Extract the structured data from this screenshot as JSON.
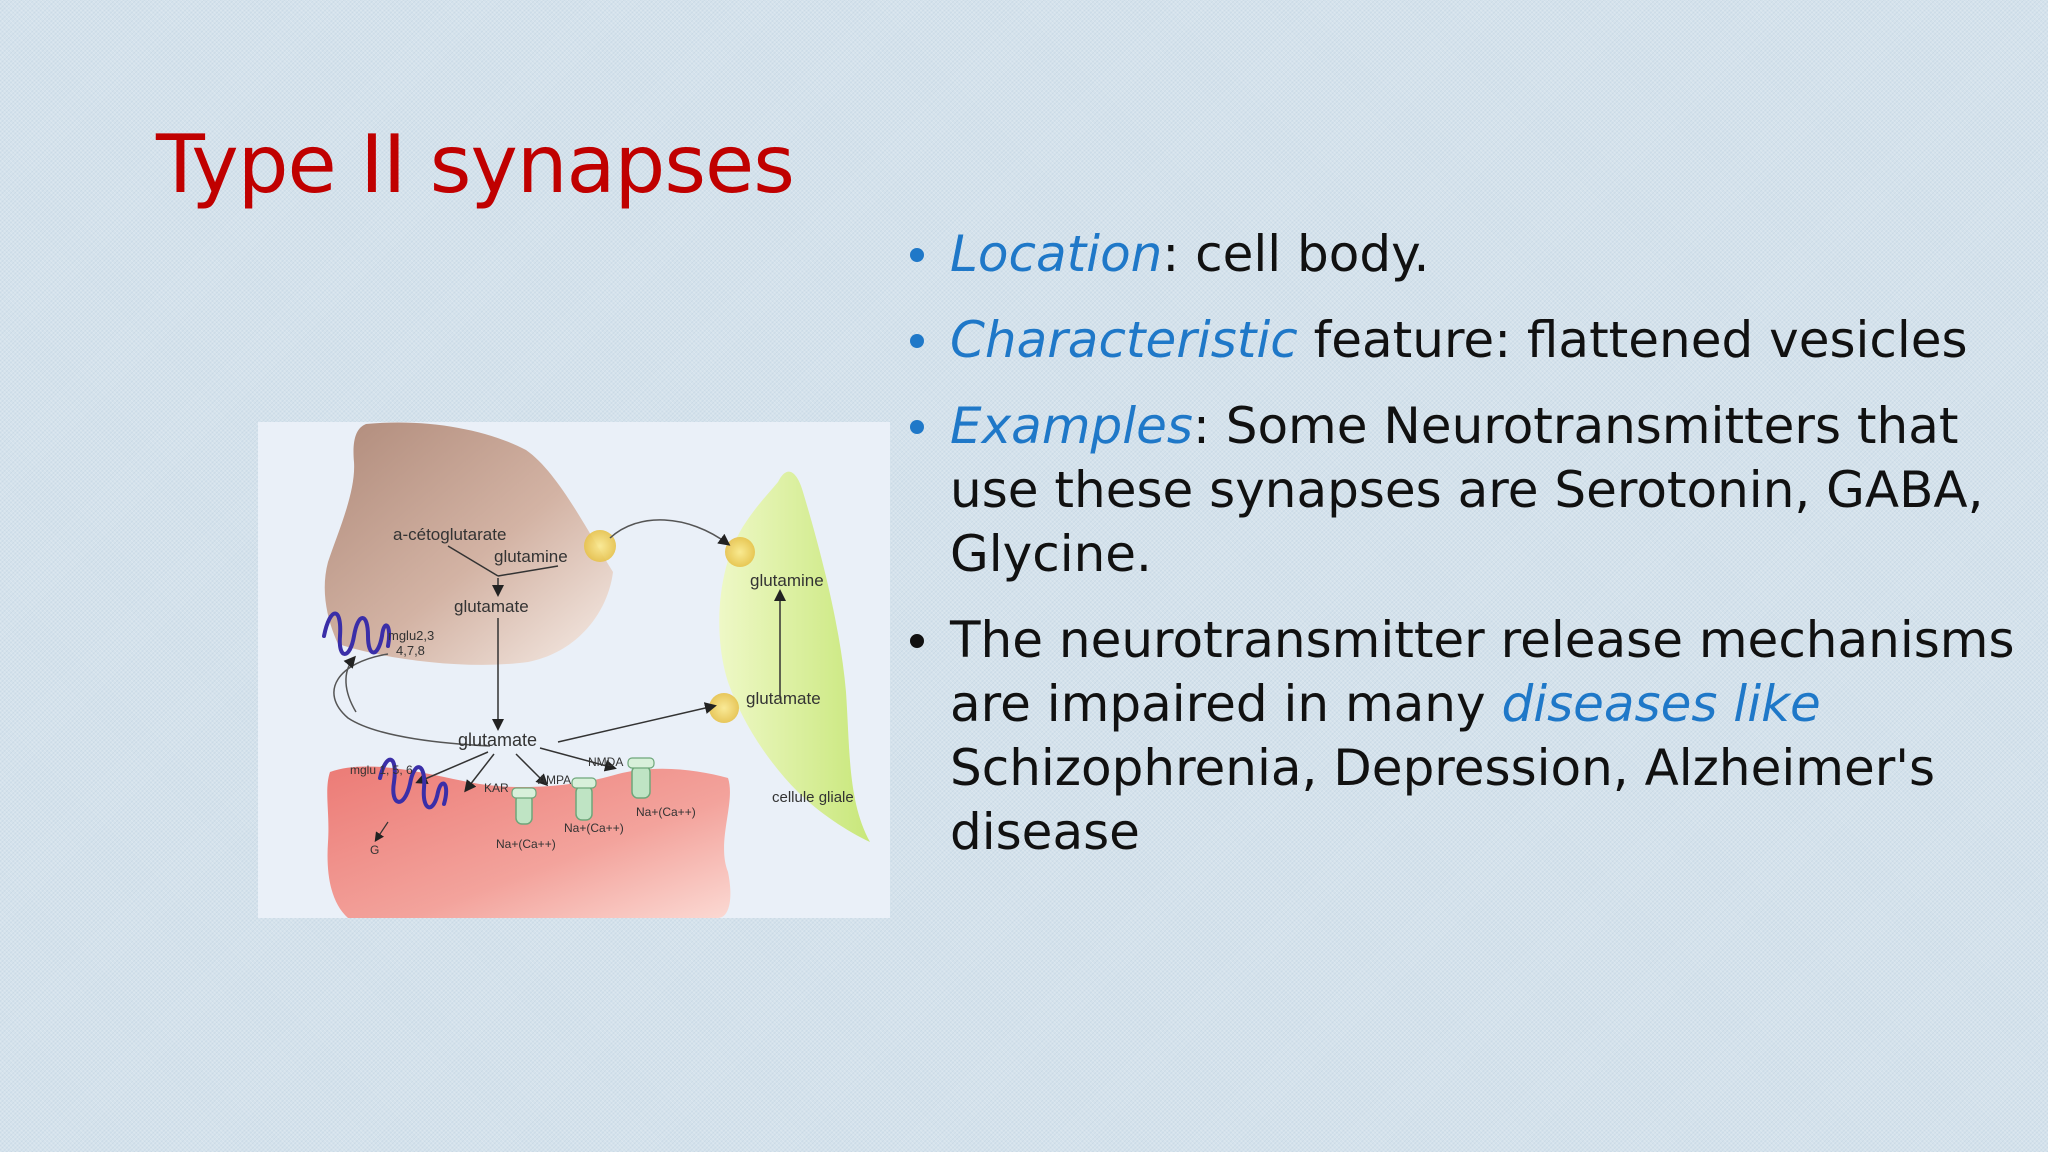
{
  "slide": {
    "title": "Type II synapses",
    "bullets": [
      {
        "highlight": "Location",
        "rest": ": cell body."
      },
      {
        "highlight": "Characteristic",
        "rest": " feature: flattened vesicles"
      },
      {
        "highlight": "Examples",
        "rest": ": Some Neurotransmitters that use these synapses are Serotonin, GABA, Glycine."
      },
      {
        "lead": "The neurotransmitter release mechanisms are impaired in many ",
        "highlight": "diseases like",
        "rest": " Schizophrenia, Depression, Alzheimer's disease"
      }
    ]
  },
  "figure": {
    "labels": {
      "a_cetoglutarate": "a-cétoglutarate",
      "glutamine_pre": "glutamine",
      "glutamate_pre": "glutamate",
      "mglu_pre_1": "mglu2,3",
      "mglu_pre_2": "4,7,8",
      "glutamate_cleft": "glutamate",
      "glutamine_glial": "glutamine",
      "glutamate_glial": "glutamate",
      "cellule_gliale": "cellule gliale",
      "mglu_post": "mglu 1, 5, 6",
      "kar": "KAR",
      "ampa": "AMPA",
      "nmda": "NMDA",
      "na_ca_1": "Na+(Ca++)",
      "na_ca_2": "Na+(Ca++)",
      "na_ca_3": "Na+(Ca++)",
      "g": "G"
    },
    "colors": {
      "presynaptic": "#c9a594",
      "postsynaptic": "#f08c84",
      "glial": "#e3f3a8",
      "receptor_coil": "#3a2ea8",
      "transporter": "#f2d25a"
    }
  }
}
